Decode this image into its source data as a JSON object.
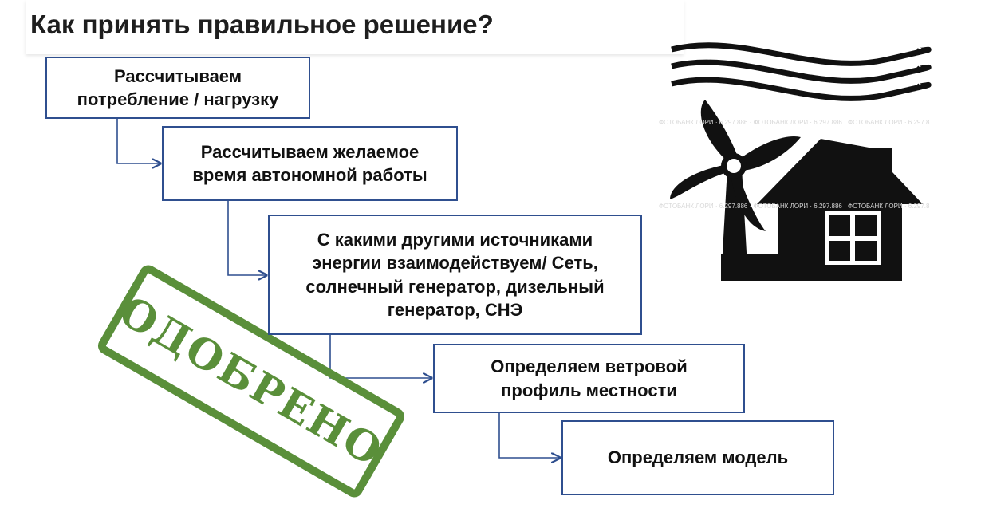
{
  "header": {
    "title": "Как принять правильное решение?"
  },
  "steps": [
    {
      "text": "Рассчитываем\nпотребление / нагрузку"
    },
    {
      "text": "Рассчитываем желаемое\nвремя автономной работы"
    },
    {
      "text": "С какими другими источниками\nэнергии взаимодействуем/ Сеть,\nсолнечный генератор, дизельный\nгенератор, СНЭ"
    },
    {
      "text": "Определяем ветровой\nпрофиль местности"
    },
    {
      "text": "Определяем модель"
    }
  ],
  "stamp": {
    "text": "ОДОБРЕНО",
    "color": "#5a8f3a"
  },
  "illustration": {
    "icon": "wind-turbine-house-icon",
    "watermark": "ФОТОБАНК ЛОРИ · 6.297.886 · ФОТОБАНК ЛОРИ · 6.297.886 · ФОТОБАНК ЛОРИ · 6.297.8"
  },
  "colors": {
    "box_border": "#2f4f8f",
    "connector": "#2f4f8f",
    "title": "#1e1e1e"
  }
}
